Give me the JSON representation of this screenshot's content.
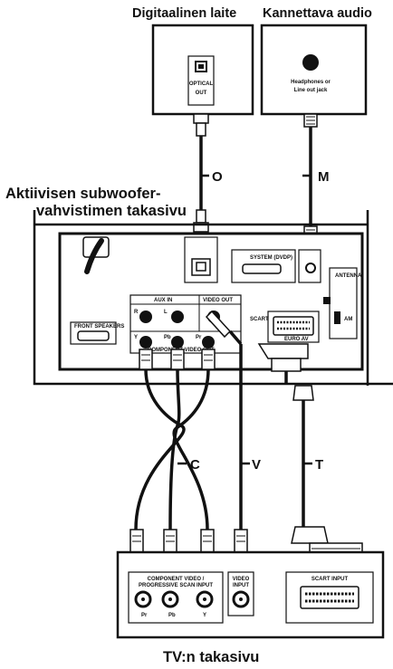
{
  "labels": {
    "digital_device": "Digitaalinen laite",
    "portable_audio": "Kannettava audio",
    "subwoofer_line1": "Aktiivisen subwoofer-",
    "subwoofer_line2": "vahvistimen takasivu",
    "tv_back": "TV:n takasivu"
  },
  "devices": {
    "optical_out_line1": "OPTICAL",
    "optical_out_line2": "OUT",
    "headphones_line1": "Headphones or",
    "headphones_line2": "Line out jack"
  },
  "rear_panel": {
    "aux_in": "AUX IN",
    "video_out": "VIDEO OUT",
    "component_video_out": "COMPONENT VIDEO OUT",
    "scart": "SCART",
    "euro_av": "EURO AV",
    "system": "SYSTEM (DVDP)",
    "antenna": "ANTENNA",
    "am": "AM",
    "front_speakers": "FRONT SPEAKERS",
    "r": "R",
    "l": "L",
    "y": "Y",
    "pb": "Pb",
    "pr": "Pr"
  },
  "tv_panel": {
    "component_line1": "COMPONENT VIDEO /",
    "component_line2": "PROGRESSIVE SCAN INPUT",
    "video_input_line1": "VIDEO",
    "video_input_line2": "INPUT",
    "scart_input": "SCART INPUT",
    "pr": "Pr",
    "pb": "Pb",
    "y": "Y"
  },
  "cables": {
    "optical": "O",
    "audio": "M",
    "component": "C",
    "video": "V",
    "scart": "T"
  }
}
